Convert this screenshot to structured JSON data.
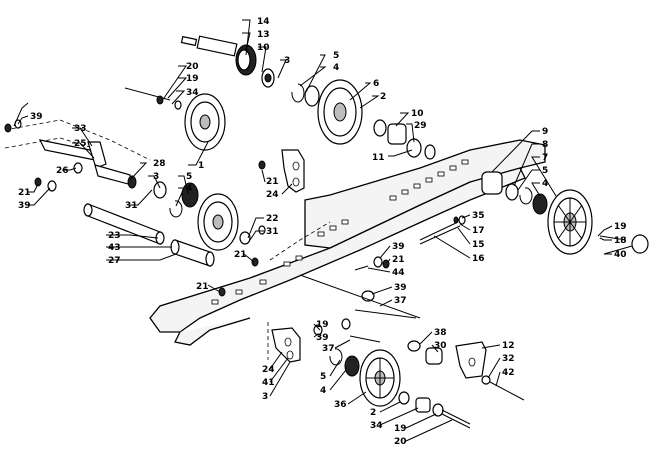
{
  "diagram": {
    "callouts": [
      "14",
      "13",
      "10",
      "3",
      "5",
      "4",
      "6",
      "2",
      "10",
      "29",
      "11",
      "20",
      "19",
      "34",
      "1",
      "21",
      "24",
      "22",
      "31",
      "21",
      "21",
      "39",
      "33",
      "25",
      "26",
      "28",
      "3",
      "5",
      "4",
      "31",
      "21",
      "39",
      "23",
      "43",
      "27",
      "9",
      "8",
      "7",
      "5",
      "4",
      "35",
      "17",
      "15",
      "16",
      "19",
      "18",
      "40",
      "39",
      "21",
      "44",
      "39",
      "37",
      "19",
      "39",
      "24",
      "41",
      "3",
      "37",
      "5",
      "4",
      "36",
      "38",
      "30",
      "12",
      "32",
      "42",
      "2",
      "34",
      "19",
      "20"
    ]
  }
}
